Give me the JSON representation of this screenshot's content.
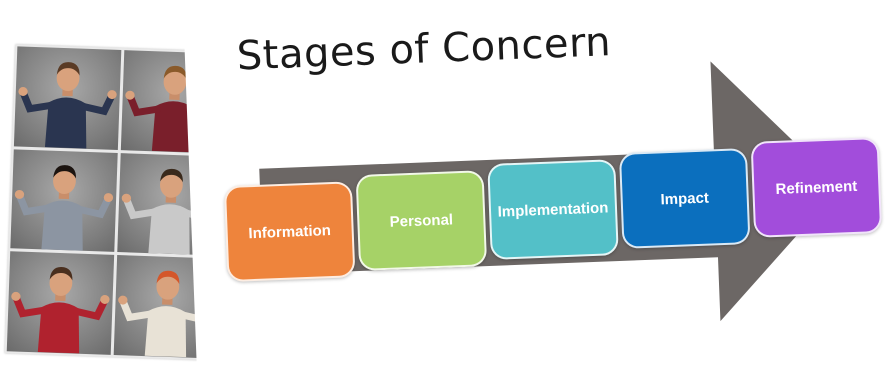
{
  "slide": {
    "title": "Stages of Concern",
    "stages": [
      {
        "label": "Information",
        "color": "#ee843c"
      },
      {
        "label": "Personal",
        "color": "#a6d267"
      },
      {
        "label": "Implementation",
        "color": "#53c0c8"
      },
      {
        "label": "Impact",
        "color": "#0b6fbe"
      },
      {
        "label": "Refinement",
        "color": "#a24ddb"
      }
    ],
    "arrow_color": "#6c6765"
  },
  "collage": {
    "people": [
      {
        "shirt": "#2a3550",
        "hair": "#5a3b25"
      },
      {
        "shirt": "#7a1f2b",
        "hair": "#8a5a2a"
      },
      {
        "shirt": "#8c95a2",
        "hair": "#1c1410"
      },
      {
        "shirt": "#c9c9c9",
        "hair": "#3a2a1c"
      },
      {
        "shirt": "#b0222e",
        "hair": "#4a2f1e"
      },
      {
        "shirt": "#e8e2d6",
        "hair": "#d4572a"
      }
    ]
  }
}
